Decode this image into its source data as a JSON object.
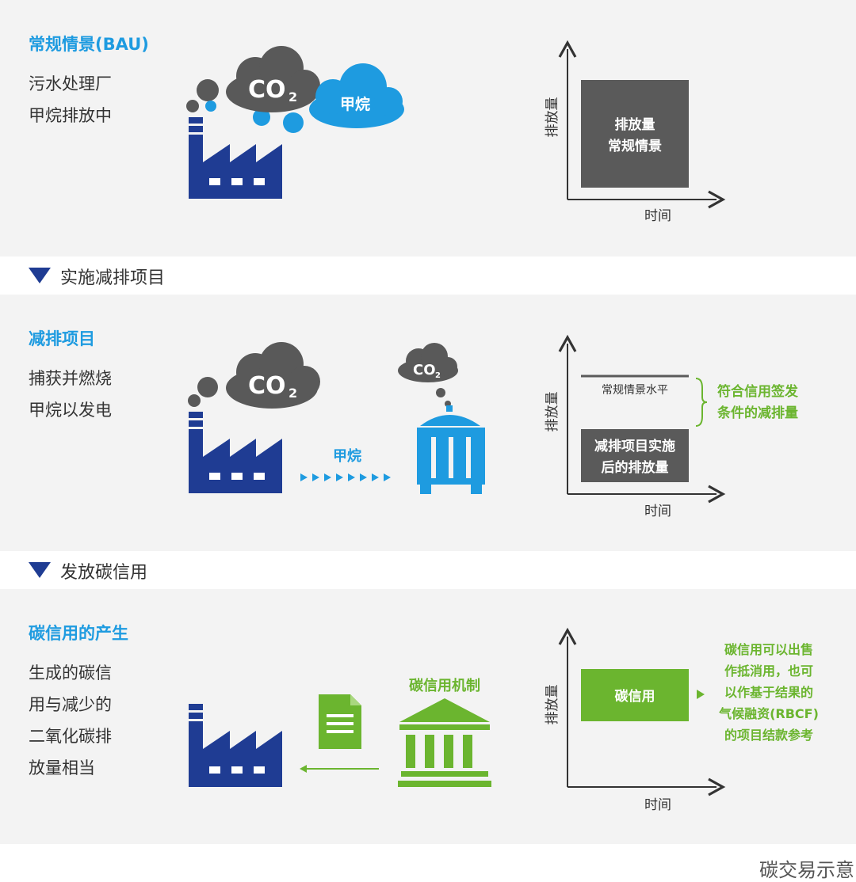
{
  "sections": [
    {
      "title": "常规情景(BAU)",
      "desc": [
        "污水处理厂",
        "甲烷排放中"
      ],
      "cloud_co2": "CO",
      "cloud_co2_sub": "2",
      "cloud_methane": "甲烷",
      "chart": {
        "ylabel": "排放量",
        "xlabel": "时间",
        "box_lines": [
          "排放量",
          "常规情景"
        ]
      }
    },
    {
      "title": "减排项目",
      "desc": [
        "捕获并燃烧",
        "甲烷以发电"
      ],
      "cloud_co2": "CO",
      "cloud_co2_sub": "2",
      "small_cloud_co2": "CO",
      "small_cloud_co2_sub": "2",
      "flow_label": "甲烷",
      "chart": {
        "ylabel": "排放量",
        "xlabel": "时间",
        "baseline_label": "常规情景水平",
        "box_lines": [
          "减排项目实施",
          "后的排放量"
        ],
        "note_lines": [
          "符合信用签发",
          "条件的减排量"
        ]
      }
    },
    {
      "title": "碳信用的产生",
      "desc": [
        "生成的碳信",
        "用与减少的",
        "二氧化碳排",
        "放量相当"
      ],
      "mechanism_label": "碳信用机制",
      "chart": {
        "ylabel": "排放量",
        "xlabel": "时间",
        "box_lines": [
          "碳信用"
        ],
        "note_lines": [
          "碳信用可以出售",
          "作抵消用，也可",
          "以作基于结果的",
          "气候融资(RBCF)",
          "的项目结款参考"
        ]
      }
    }
  ],
  "dividers": [
    "实施减排项目",
    "发放碳信用"
  ],
  "caption": "碳交易示意",
  "colors": {
    "blue_title": "#1e9be0",
    "navy": "#1f3c93",
    "cloud_gray": "#595959",
    "cloud_blue": "#1e9be0",
    "green": "#6bb52f",
    "dark_box": "#5a5a5a"
  }
}
